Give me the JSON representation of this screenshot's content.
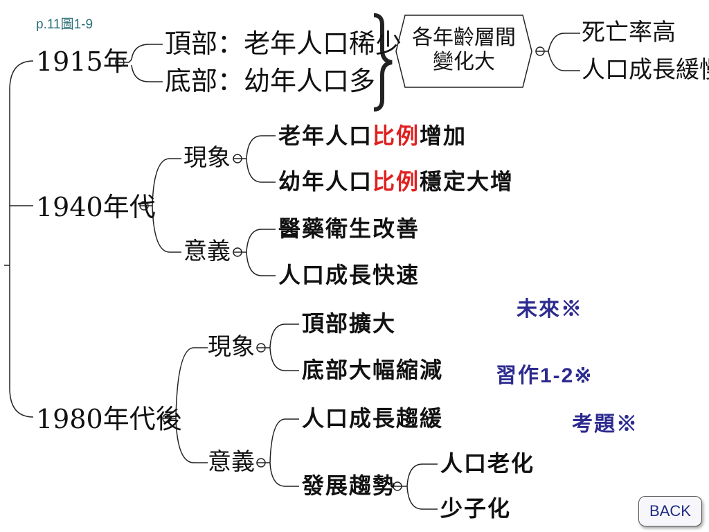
{
  "page_ref": "p.11圖1-9",
  "nodes": {
    "y1915": "1915年",
    "y1915_top": "頂部：老年人口稀少",
    "y1915_bottom": "底部：幼年人口多",
    "y1915_summary_line1": "各年齡層間",
    "y1915_summary_line2": "變化大",
    "y1915_result_1": "死亡率高",
    "y1915_result_2": "人口成長緩慢",
    "y1940": "1940年代",
    "y1940_phenomenon": "現象",
    "y1940_ph_1": {
      "a": "老年人口",
      "b": "比例",
      "c": "增加"
    },
    "y1940_ph_2": {
      "a": "幼年人口",
      "b": "比例",
      "c": "穩定大增"
    },
    "y1940_meaning": "意義",
    "y1940_mn_1": "醫藥衛生改善",
    "y1940_mn_2": "人口成長快速",
    "y1980": "1980年代後",
    "y1980_phenomenon": "現象",
    "y1980_ph_1": "頂部擴大",
    "y1980_ph_2": "底部大幅縮減",
    "y1980_meaning": "意義",
    "y1980_mn_1": "人口成長趨緩",
    "y1980_mn_2": "發展趨勢",
    "y1980_trend_1": "人口老化",
    "y1980_trend_2": "少子化"
  },
  "links": {
    "future": "未來※",
    "exercise_prefix": "習作",
    "exercise_num": "1-2",
    "exercise_suffix": "※",
    "exam": "考題※"
  },
  "back_button": "BACK",
  "colors": {
    "highlight": "#e02020",
    "link": "#2d2b8f",
    "ref": "#2b6f7a",
    "line": "#222222"
  }
}
